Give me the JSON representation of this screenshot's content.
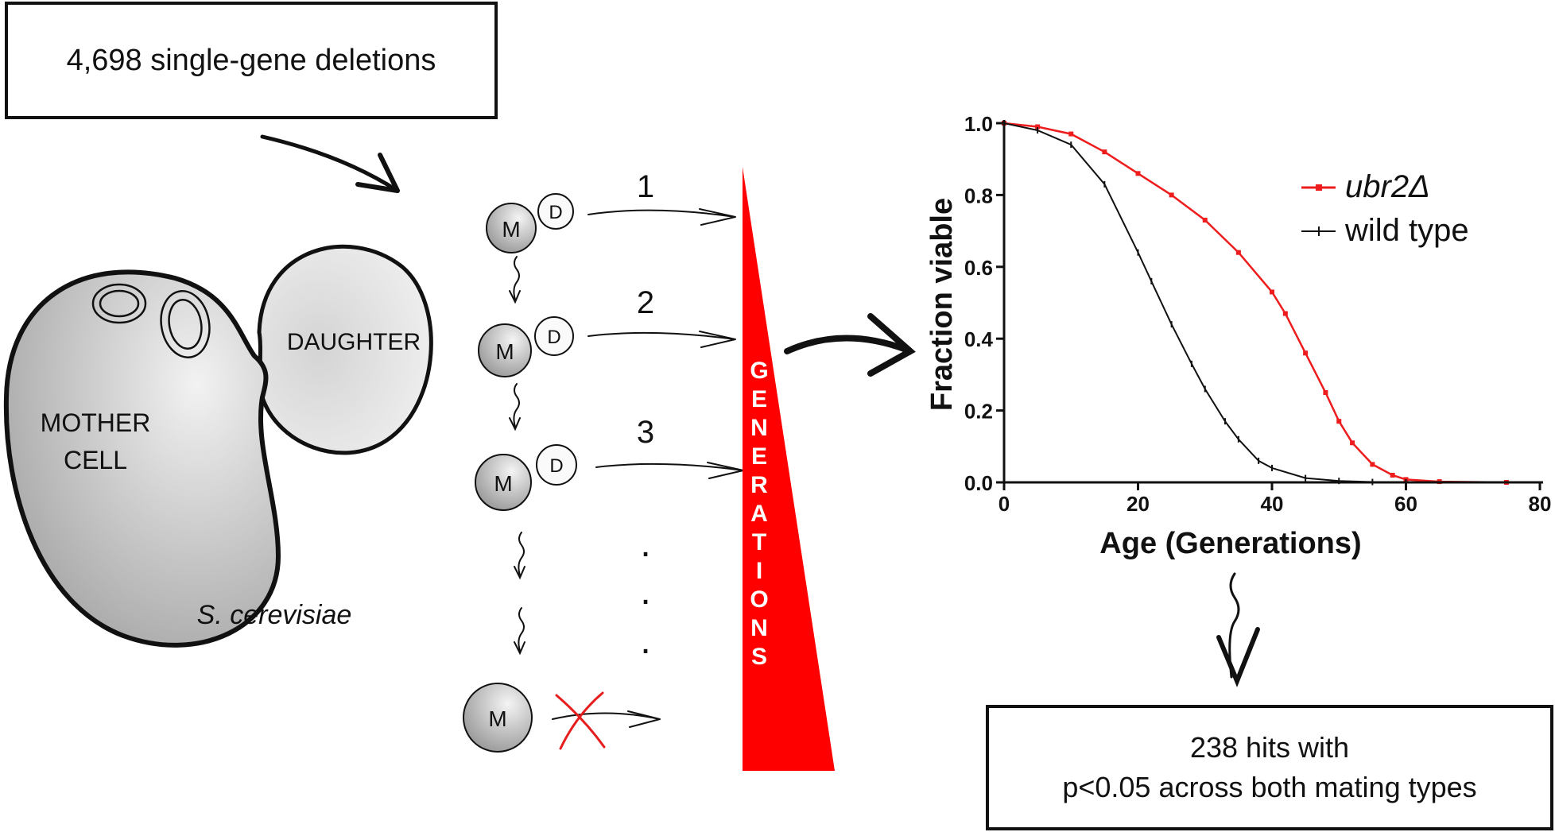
{
  "input_box": {
    "text": "4,698 single-gene deletions"
  },
  "cell": {
    "mother_line1": "MOTHER",
    "mother_line2": "CELL",
    "daughter": "DAUGHTER",
    "species": "S. cerevisiae"
  },
  "lineage": {
    "mother_label": "M",
    "daughter_label": "D",
    "steps": [
      "1",
      "2",
      "3"
    ],
    "ellipsis": "."
  },
  "wedge": {
    "letters": [
      "G",
      "E",
      "N",
      "E",
      "R",
      "A",
      "T",
      "I",
      "O",
      "N",
      "S"
    ],
    "color": "#ff0000"
  },
  "result_box": {
    "line1": "238 hits with",
    "line2": "p<0.05 across both mating types"
  },
  "chart_data": {
    "type": "line",
    "xlabel": "Age (Generations)",
    "ylabel": "Fraction viable",
    "xlim": [
      0,
      80
    ],
    "ylim": [
      0,
      1.0
    ],
    "xticks": [
      "0",
      "20",
      "40",
      "60",
      "80"
    ],
    "yticks": [
      "0.0",
      "0.2",
      "0.4",
      "0.6",
      "0.8",
      "1.0"
    ],
    "legend_position": "top-right",
    "series": [
      {
        "name": "ubr2Δ",
        "color": "#ee1c1c",
        "x": [
          0,
          5,
          10,
          15,
          20,
          25,
          30,
          35,
          40,
          42,
          45,
          48,
          50,
          52,
          55,
          58,
          60,
          65,
          75
        ],
        "y": [
          1.0,
          0.99,
          0.97,
          0.92,
          0.86,
          0.8,
          0.73,
          0.64,
          0.53,
          0.47,
          0.36,
          0.25,
          0.17,
          0.11,
          0.05,
          0.02,
          0.008,
          0.002,
          0.0
        ]
      },
      {
        "name": "wild type",
        "color": "#111111",
        "x": [
          0,
          5,
          10,
          15,
          20,
          22,
          25,
          28,
          30,
          33,
          35,
          38,
          40,
          45,
          50,
          55,
          60
        ],
        "y": [
          1.0,
          0.98,
          0.94,
          0.83,
          0.64,
          0.56,
          0.44,
          0.33,
          0.26,
          0.17,
          0.12,
          0.06,
          0.04,
          0.012,
          0.004,
          0.001,
          0.0
        ]
      }
    ]
  }
}
